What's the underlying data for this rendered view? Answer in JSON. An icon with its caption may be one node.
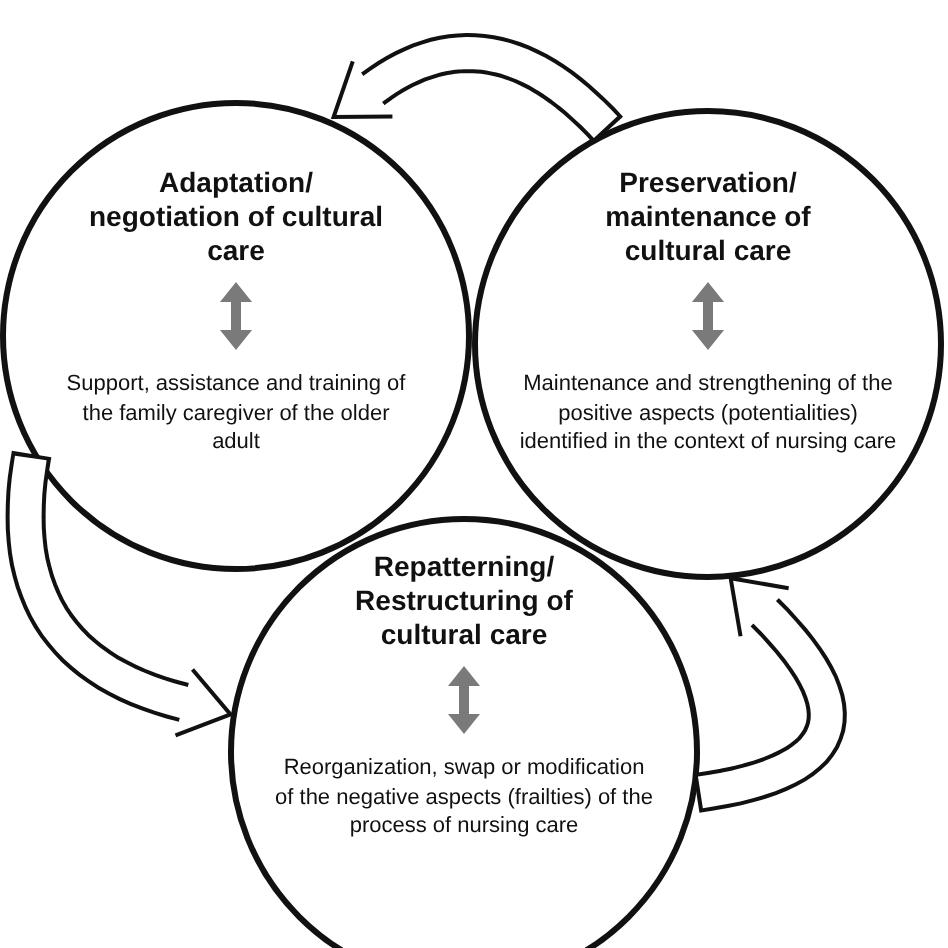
{
  "diagram": {
    "nodes": [
      {
        "text": [
          "Adaptation/ negotiation of cultural care",
          "Support, assistance and training of the family caregiver of the older adult"
        ]
      },
      {
        "text": [
          "Preservation/ maintenance of cultural care",
          "Maintenance and strengthening of the positive aspects (potentialities) identified in the context of nursing care"
        ]
      },
      {
        "text": [
          "Repatterning/ Restructuring of cultural care",
          "Reorganization, swap or modification of the negative aspects (frailties) of the process of nursing care"
        ]
      }
    ],
    "edges": [
      {
        "from": 1,
        "to": 0,
        "arrow": "to"
      },
      {
        "from": 0,
        "to": 2,
        "arrow": "to"
      },
      {
        "from": 2,
        "to": 1,
        "arrow": "to"
      }
    ]
  }
}
